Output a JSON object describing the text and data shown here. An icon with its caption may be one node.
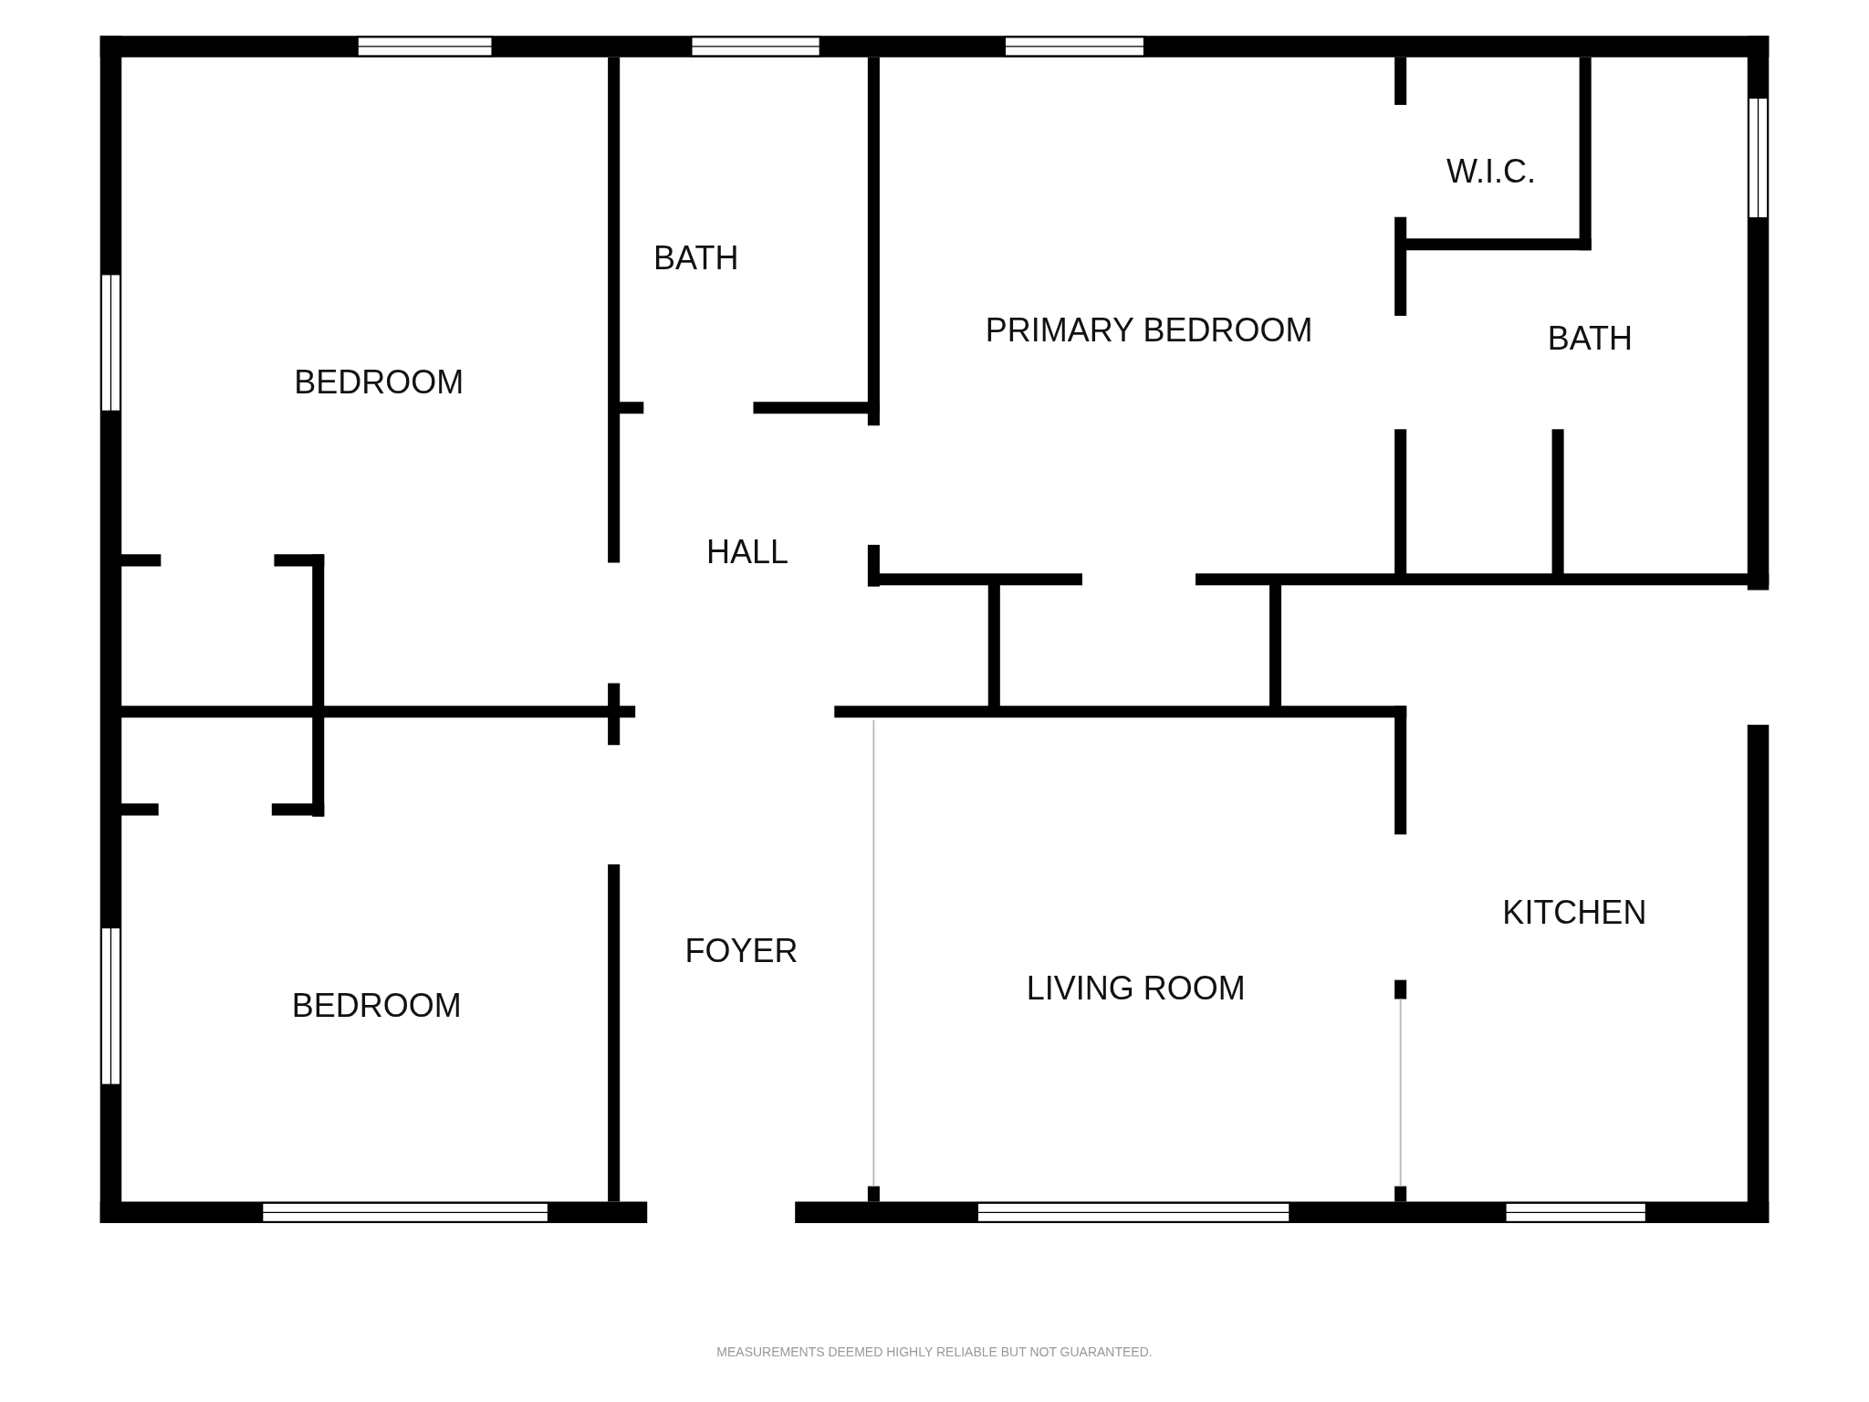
{
  "diagram": {
    "nodes": [
      {
        "text": [
          "BEDROOM"
        ]
      },
      {
        "text": [
          "BATH"
        ]
      },
      {
        "text": [
          "PRIMARY BEDROOM"
        ]
      },
      {
        "text": [
          "W.I.C."
        ]
      },
      {
        "text": [
          "BATH"
        ]
      },
      {
        "text": [
          "HALL"
        ]
      },
      {
        "text": [
          "BEDROOM"
        ]
      },
      {
        "text": [
          "FOYER"
        ]
      },
      {
        "text": [
          "LIVING ROOM"
        ]
      },
      {
        "text": [
          "KITCHEN"
        ]
      }
    ],
    "labels": [
      "MEASUREMENTS DEEMED HIGHLY RELIABLE BUT NOT GUARANTEED."
    ]
  }
}
